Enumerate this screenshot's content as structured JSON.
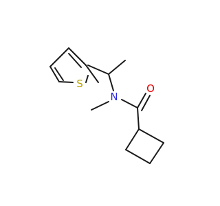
{
  "molecule": {
    "atoms": {
      "sulfur": "S",
      "nitrogen": "N",
      "oxygen": "O"
    },
    "colors": {
      "bond": "#1a1a1a",
      "sulfur": "#b8a200",
      "nitrogen": "#2a2ae6",
      "oxygen": "#e60000"
    }
  }
}
